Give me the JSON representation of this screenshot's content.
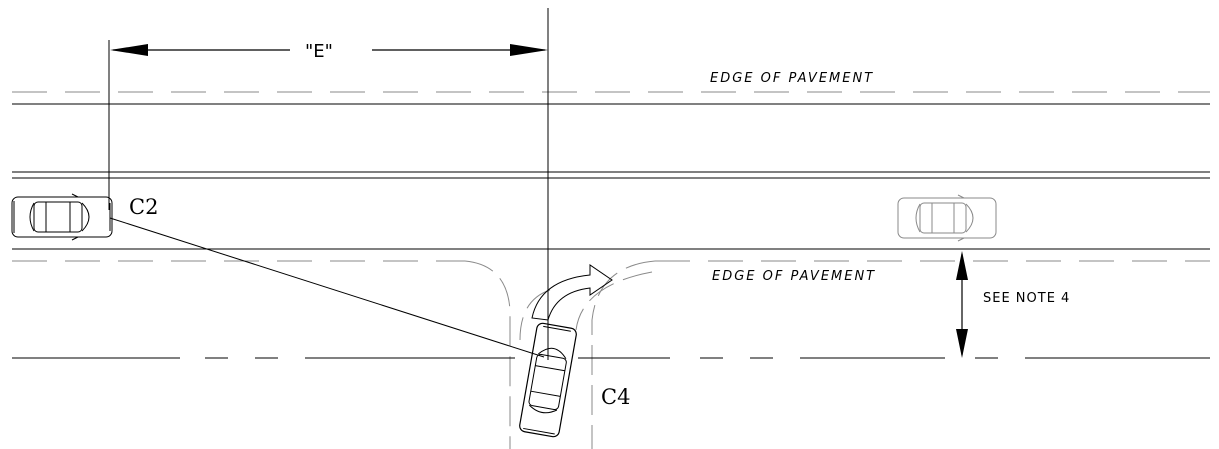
{
  "labels": {
    "edge_top": "EDGE OF PAVEMENT",
    "edge_bottom": "EDGE OF PAVEMENT",
    "distance": "\"E\"",
    "car_major": "C2",
    "car_minor": "C4",
    "note": "SEE NOTE 4"
  }
}
